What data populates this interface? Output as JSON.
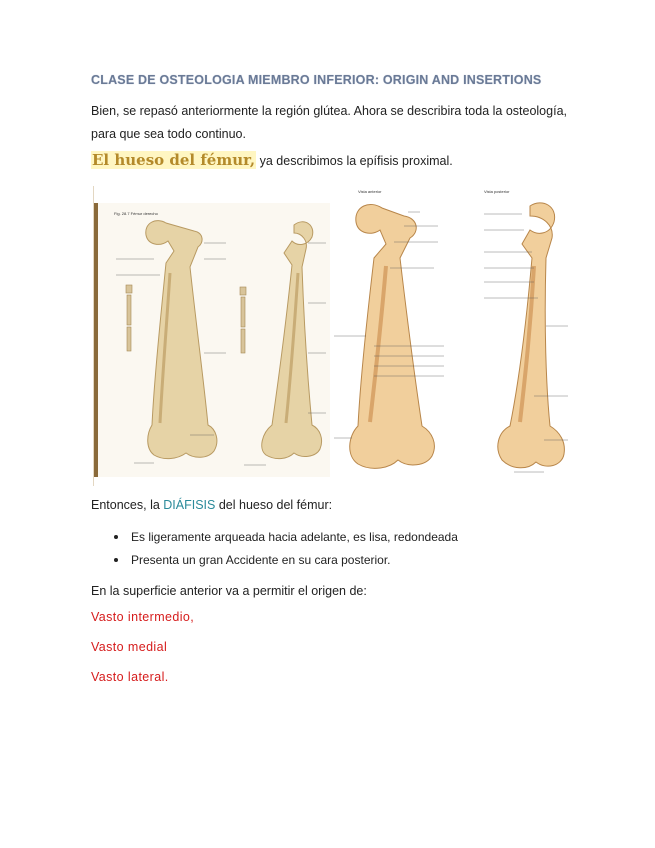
{
  "document": {
    "title": "CLASE DE OSTEOLOGIA MIEMBRO INFERIOR: ORIGIN AND INSERTIONS",
    "intro": "Bien, se repasó anteriormente la región glútea. Ahora se describira toda la osteología, para que sea todo continuo.",
    "femur_heading": "El hueso del fémur,",
    "femur_rest": " ya describimos la epífisis proximal.",
    "entonces_prefix": "Entonces, la ",
    "entonces_accent": "DIÁFISIS",
    "entonces_suffix": " del hueso del fémur:",
    "bullets": [
      "Es ligeramente arqueada hacia adelante, es lisa, redondeada",
      "Presenta un gran Accidente en su cara posterior."
    ],
    "surface_line": "En la superficie anterior va a permitir el origen de:",
    "muscles": [
      "Vasto intermedio,",
      "Vasto medial",
      "Vasto lateral."
    ]
  },
  "figure": {
    "left_caption": "Fig. 28.7 Fémur derecho",
    "right_labels": [
      "Vista anterior",
      "Vista posterior"
    ],
    "colors": {
      "bone_left": "#e6d3a6",
      "bone_left_shade": "#c9ad77",
      "bone_right": "#f1cf9c",
      "bone_right_shade": "#d9a56a"
    }
  }
}
